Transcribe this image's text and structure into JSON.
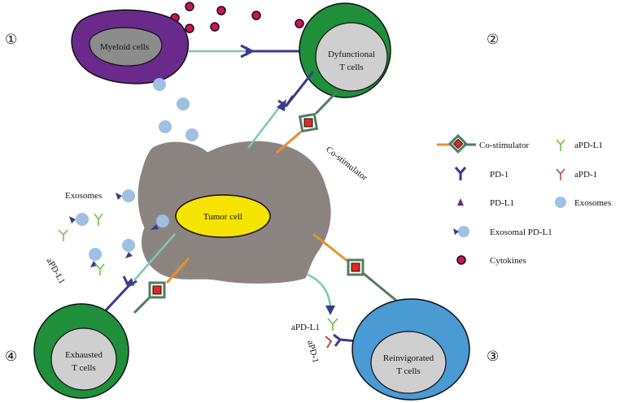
{
  "markers": [
    "①",
    "②",
    "③",
    "④"
  ],
  "cells": {
    "myeloid": "Myeloid cells",
    "dysfunctional": [
      "Dyfunctional",
      "T cells"
    ],
    "tumor": "Tumor cell",
    "exhausted": [
      "Exhausted",
      "T cells"
    ],
    "reinvigorated": [
      "Reinvigorated",
      "T cells"
    ]
  },
  "labels": {
    "costimulator": "Co-stimulator",
    "exosomes": "Exosomes",
    "apdl1_left": "aPD-L1",
    "apdl1_bottom": "aPD-L1",
    "apd1_bottom": "aPD-1"
  },
  "legend": {
    "costimulator": "Co-stimulator",
    "apdl1": "aPD-L1",
    "pd1": "PD-1",
    "apd1": "aPD-1",
    "pdl1": "PD-L1",
    "exosomes": "Exosomes",
    "exosomal_pdl1": "Exosomal PD-L1",
    "cytokines": "Cytokines"
  },
  "colors": {
    "myeloid": "#6a2a8c",
    "tcell_green": "#1f8f3a",
    "nucleus": "#cfcfcf",
    "tumor": "#8b8480",
    "tumor_nucleus": "#f5e400",
    "reinvigorated": "#4a9ad4",
    "pd1": "#3b3a8c",
    "costim_orange": "#e8912b",
    "costim_green": "#4f7d5f",
    "costim_square": "#e02b1f",
    "apdl1": "#6abf3a",
    "apd1": "#b0483a",
    "exosome": "#9fbfe3",
    "cytokine": "#d0105a",
    "teal_line": "#7ec8b4"
  }
}
